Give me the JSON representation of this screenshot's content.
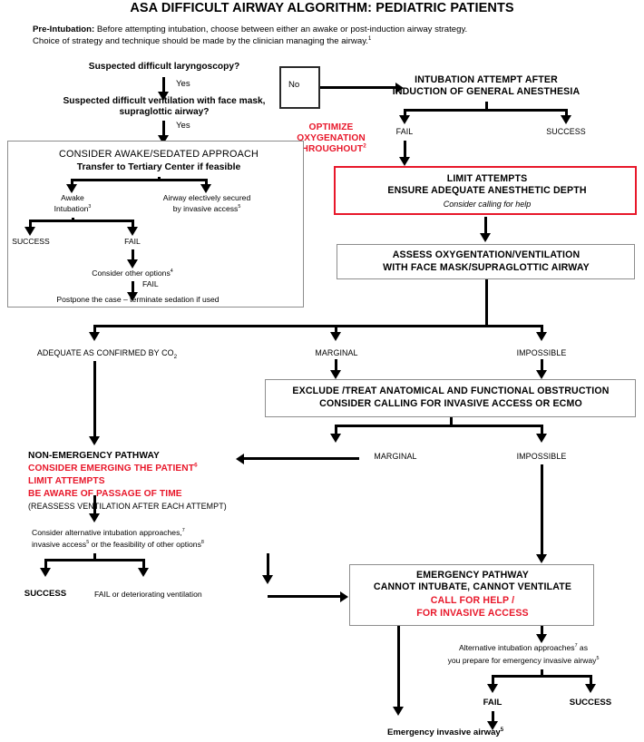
{
  "title": "ASA DIFFICULT AIRWAY ALGORITHM: PEDIATRIC PATIENTS",
  "intro": {
    "label": "Pre-Intubation:",
    "line1": " Before attempting intubation, choose between either an awake or post-induction airway strategy.",
    "line2": "Choice of strategy and technique should be made by the clinician managing the airway.",
    "line2_sup": "1"
  },
  "colors": {
    "red": "#e8172a",
    "box_gray": "#8d8d8d",
    "box_dark": "#2a2a2a",
    "line": "#000000"
  },
  "top": {
    "q1": "Suspected difficult laryngoscopy?",
    "q1_yes": "Yes",
    "q2_line1": "Suspected difficult ventilation with face mask,",
    "q2_line2": "supraglottic airway?",
    "q2_yes": "Yes",
    "no_label": "No",
    "optimize_l1": "OPTIMIZE",
    "optimize_l2": "OXYGENATION",
    "optimize_l3": "THROUGHOUT",
    "optimize_sup": "2"
  },
  "induction": {
    "line1": "INTUBATION ATTEMPT AFTER",
    "line2": "INDUCTION OF GENERAL ANESTHESIA",
    "fail": "FAIL",
    "success": "SUCCESS"
  },
  "limit_box": {
    "line1": "LIMIT ATTEMPTS",
    "line2": "ENSURE ADEQUATE ANESTHETIC DEPTH",
    "line3": "Consider calling for help"
  },
  "assess_box": {
    "line1": "ASSESS OXYGENTATION/VENTILATION",
    "line2": "WITH FACE MASK/SUPRAGLOTTIC AIRWAY"
  },
  "awake_box": {
    "header1": "CONSIDER AWAKE/SEDATED APPROACH",
    "header2": "Transfer to Tertiary Center if feasible",
    "awake_l1": "Awake",
    "awake_l2": "Intubation",
    "awake_sup": "3",
    "elective_l1": "Airway electively secured",
    "elective_l2": "by invasive access",
    "elective_sup": "5",
    "success": "SUCCESS",
    "fail": "FAIL",
    "other_options": "Consider other options",
    "other_options_sup": "4",
    "fail2": "FAIL",
    "postpone": "Postpone the case – terminate sedation if used"
  },
  "branch1": {
    "adequate": "ADEQUATE AS CONFIRMED BY CO",
    "adequate_sub": "2",
    "marginal": "MARGINAL",
    "impossible": "IMPOSSIBLE"
  },
  "exclude_box": {
    "line1": "EXCLUDE /TREAT ANATOMICAL AND FUNCTIONAL OBSTRUCTION",
    "line2": "CONSIDER CALLING FOR INVASIVE ACCESS OR ECMO"
  },
  "branch2": {
    "marginal": "MARGINAL",
    "impossible": "IMPOSSIBLE"
  },
  "nonemerg": {
    "title": "NON-EMERGENCY PATHWAY",
    "red1": "CONSIDER EMERGING THE PATIENT",
    "red1_sup": "6",
    "red2": "LIMIT ATTEMPTS",
    "red3": "BE AWARE OF PASSAGE OF TIME",
    "reassess": "(REASSESS VENTILATION AFTER EACH ATTEMPT)",
    "alt_l1": "Consider alternative intubation approaches,",
    "alt_l1_sup": "7",
    "alt_l2a": "invasive access",
    "alt_l2a_sup": "5",
    "alt_l2b": " or the feasibility of other options",
    "alt_l2b_sup": "8",
    "success": "SUCCESS",
    "fail": "FAIL or deteriorating ventilation"
  },
  "emergency_box": {
    "line1": "EMERGENCY PATHWAY",
    "line2": "CANNOT INTUBATE, CANNOT VENTILATE",
    "red1": "CALL FOR HELP /",
    "red2": "FOR INVASIVE ACCESS"
  },
  "emergency_tail": {
    "alt_l1": "Alternative intubation approaches",
    "alt_l1_sup": "7",
    "alt_l1_tail": " as",
    "alt_l2": "you prepare for emergency invasive airway",
    "alt_l2_sup": "5",
    "fail": "FAIL",
    "success": "SUCCESS",
    "invasive": "Emergency invasive airway",
    "invasive_sup": "5"
  }
}
